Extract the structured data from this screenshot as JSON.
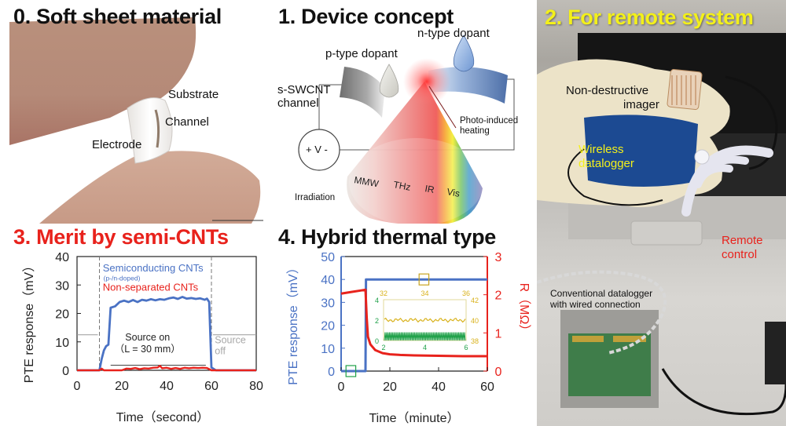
{
  "panels": {
    "p0": {
      "title": "0. Soft sheet material",
      "labels": {
        "substrate": "Substrate",
        "channel": "Channel",
        "electrode": "Electrode"
      }
    },
    "p1": {
      "title": "1. Device concept",
      "labels": {
        "n_dopant": "n-type dopant",
        "p_dopant": "p-type dopant",
        "channel_1": "s-SWCNT",
        "channel_2": "channel",
        "heating_1": "Photo-induced",
        "heating_2": "heating",
        "voltmeter": "+ V -",
        "irradiation": "Irradiation",
        "bands": [
          "MMW",
          "THz",
          "IR",
          "Vis"
        ]
      }
    },
    "p2": {
      "title": "2. For remote system",
      "labels": {
        "imager_1": "Non-destructive",
        "imager_2": "imager",
        "wireless_1": "Wireless",
        "wireless_2": "datalogger",
        "remote_1": "Remote",
        "remote_2": "control",
        "conv_1": "Conventional datalogger",
        "conv_2": "with wired connection"
      }
    },
    "p3": {
      "title": "3. Merit by semi-CNTs"
    },
    "p4": {
      "title": "4. Hybrid thermal type"
    }
  },
  "colors": {
    "blue": "#4a72c4",
    "red": "#e8221c",
    "yellow": "#f3f01a",
    "inset_yellow": "#d9b21c",
    "inset_green": "#1ea048",
    "gray_text": "#a8a8a8"
  },
  "chart_data": [
    {
      "type": "line",
      "title": "3. Merit by semi-CNTs",
      "xlabel": "Time（second）",
      "ylabel": "PTE response（mV）",
      "xlim": [
        0,
        80
      ],
      "ylim": [
        0,
        40
      ],
      "xticks": [
        0,
        20,
        40,
        60,
        80
      ],
      "yticks": [
        0,
        10,
        20,
        30,
        40
      ],
      "grid": false,
      "legend": [
        "Semiconducting CNTs",
        "(p-/n-doped)",
        "Non-separated CNTs"
      ],
      "annotations": [
        "Source on",
        "（L = 30 mm）",
        "Source off"
      ],
      "source_on_interval": [
        10,
        60
      ],
      "series": [
        {
          "name": "Semiconducting CNTs (p-/n-doped)",
          "color": "#4a72c4",
          "x": [
            0,
            10,
            11,
            12,
            13,
            14,
            15,
            17,
            19,
            21,
            23,
            25,
            27,
            29,
            31,
            33,
            35,
            37,
            39,
            41,
            43,
            45,
            47,
            49,
            51,
            53,
            55,
            57,
            58,
            59,
            60,
            62,
            80
          ],
          "y": [
            0,
            0,
            4,
            7,
            8.5,
            9,
            22,
            22.5,
            24,
            24.5,
            24,
            24.7,
            24,
            24.8,
            24.5,
            25,
            24.6,
            25,
            24.8,
            25.3,
            25.6,
            25.1,
            25.8,
            25.2,
            25.4,
            25.1,
            25.3,
            24.8,
            25.2,
            24,
            1,
            0,
            0
          ]
        },
        {
          "name": "Non-separated CNTs",
          "color": "#e8221c",
          "x": [
            0,
            10,
            11,
            12,
            20,
            22,
            24,
            26,
            28,
            30,
            32,
            34,
            36,
            37,
            38,
            40,
            42,
            44,
            46,
            48,
            50,
            52,
            54,
            56,
            58,
            60,
            80
          ],
          "y": [
            0,
            0,
            0.6,
            0,
            0,
            0.6,
            0.5,
            0.8,
            0.4,
            0.7,
            0.6,
            0.9,
            1.0,
            1.6,
            0.7,
            0.9,
            0.5,
            0.8,
            0.5,
            0.9,
            0.7,
            0.9,
            0.8,
            0.9,
            0.8,
            0,
            0
          ]
        }
      ]
    },
    {
      "type": "line",
      "title": "4. Hybrid thermal type",
      "xlabel": "Time（minute）",
      "ylabel": "PTE response（mV）",
      "y2label": "R（MΩ）",
      "xlim": [
        0,
        60
      ],
      "ylim": [
        0,
        50
      ],
      "y2lim": [
        0,
        3
      ],
      "xticks": [
        0,
        20,
        40,
        60
      ],
      "yticks": [
        0,
        10,
        20,
        30,
        40,
        50
      ],
      "y2ticks": [
        0,
        1,
        2,
        3
      ],
      "grid": false,
      "series": [
        {
          "name": "PTE response",
          "axis": "left",
          "color": "#4a72c4",
          "x": [
            0,
            10,
            10.2,
            60
          ],
          "y": [
            0,
            0,
            40,
            40
          ]
        },
        {
          "name": "R",
          "axis": "right",
          "color": "#e8221c",
          "x": [
            0,
            4,
            8,
            10,
            10.5,
            11,
            12,
            14,
            17,
            20,
            25,
            30,
            40,
            50,
            60
          ],
          "y": [
            2.03,
            2.07,
            2.11,
            2.13,
            1.4,
            0.9,
            0.7,
            0.55,
            0.47,
            0.44,
            0.42,
            0.41,
            0.4,
            0.39,
            0.39
          ]
        }
      ],
      "highlight_boxes": [
        {
          "color": "#1ea048",
          "x_range": [
            2,
            6
          ],
          "y_center": 0
        },
        {
          "color": "#c8a420",
          "x_range": [
            32,
            36
          ],
          "y_center": 40
        }
      ],
      "inset": {
        "bottom_xticks": [
          2,
          4,
          6
        ],
        "top_xticks": [
          32,
          34,
          36
        ],
        "left_yticks": [
          0,
          2,
          4
        ],
        "right_yticks": [
          38,
          40,
          42
        ],
        "series": [
          {
            "name": "PTE response 32-36 min",
            "color": "#d9b21c",
            "axis": "top/right",
            "mean": 40
          },
          {
            "name": "PTE response 2-6 min (noise)",
            "color": "#1ea048",
            "axis": "bottom/left",
            "range": [
              0,
              0.8
            ]
          }
        ]
      }
    }
  ]
}
